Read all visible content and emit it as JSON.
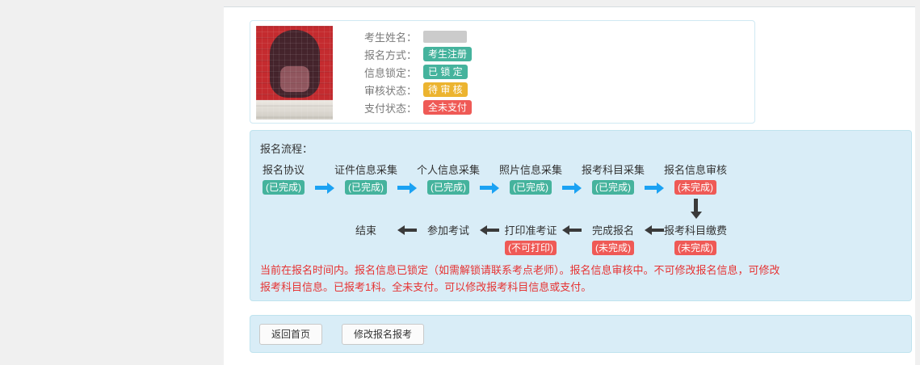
{
  "profile": {
    "fields": [
      {
        "label": "考生姓名：",
        "value": "",
        "masked": true
      },
      {
        "label": "报名方式：",
        "value": "考生注册",
        "badge": "teal"
      },
      {
        "label": "信息锁定：",
        "value": "已 锁 定",
        "badge": "teal"
      },
      {
        "label": "审核状态：",
        "value": "待 审 核",
        "badge": "yellow"
      },
      {
        "label": "支付状态：",
        "value": "全未支付",
        "badge": "red"
      }
    ]
  },
  "flow": {
    "title": "报名流程：",
    "row1": [
      {
        "name": "报名协议",
        "status": "(已完成)",
        "state": "done"
      },
      {
        "name": "证件信息采集",
        "status": "(已完成)",
        "state": "done"
      },
      {
        "name": "个人信息采集",
        "status": "(已完成)",
        "state": "done"
      },
      {
        "name": "照片信息采集",
        "status": "(已完成)",
        "state": "done"
      },
      {
        "name": "报考科目采集",
        "status": "(已完成)",
        "state": "done"
      },
      {
        "name": "报名信息审核",
        "status": "(未完成)",
        "state": "undone"
      }
    ],
    "row2": [
      {
        "name": "结束"
      },
      {
        "name": "参加考试"
      },
      {
        "name": "打印准考证",
        "status": "(不可打印)",
        "state": "undone"
      },
      {
        "name": "完成报名",
        "status": "(未完成)",
        "state": "undone"
      },
      {
        "name": "报考科目缴费",
        "status": "(未完成)",
        "state": "undone"
      }
    ],
    "notice": "当前在报名时间内。报名信息已锁定（如需解锁请联系考点老师）。报名信息审核中。不可修改报名信息，可修改报考科目信息。已报考1科。全未支付。可以修改报考科目信息或支付。"
  },
  "actions": [
    {
      "label": "返回首页"
    },
    {
      "label": "修改报名报考"
    }
  ],
  "colors": {
    "done_badge": "#45b39d",
    "undone_badge": "#ef5a56",
    "pending_badge": "#ecb430",
    "locked_badge": "#45b39d",
    "unpaid_badge": "#ef5a56",
    "forward_arrow": "#1ba2f3",
    "back_arrow": "#3a3a3a",
    "notice_text": "#e63333",
    "panel_bg": "#d9edf7",
    "panel_border": "#bfe3ee"
  }
}
